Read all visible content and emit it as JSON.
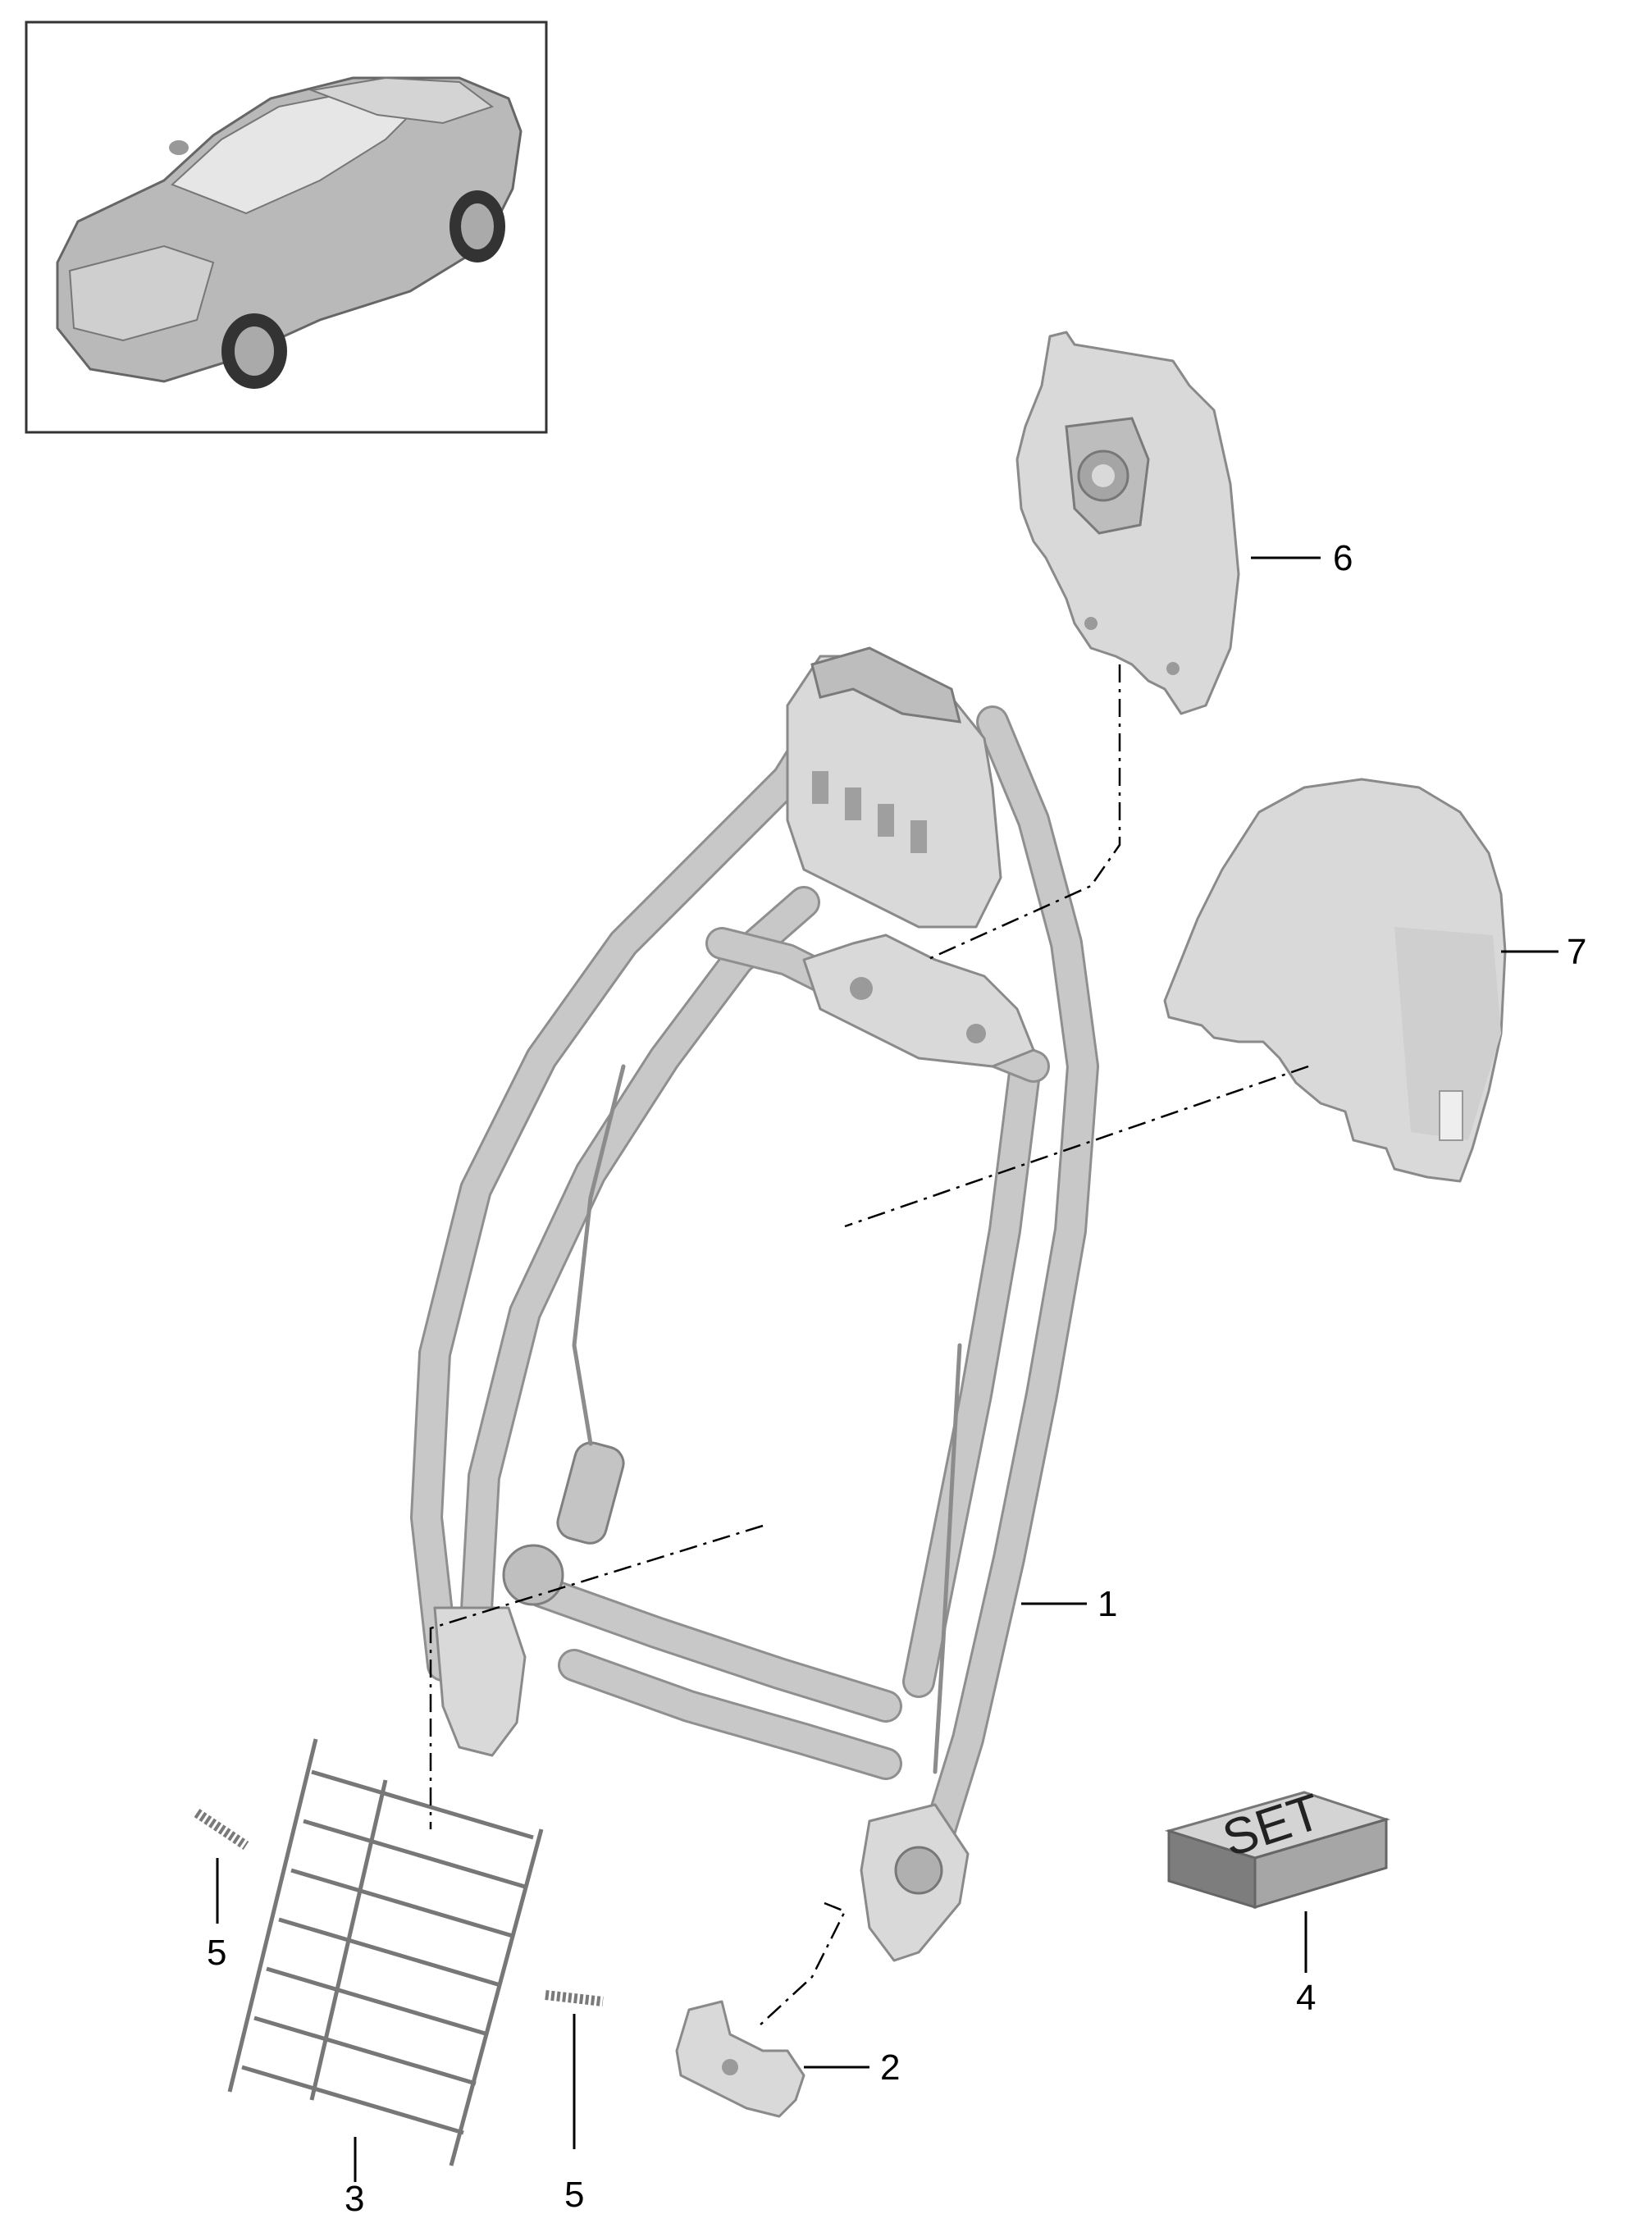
{
  "callouts": [
    {
      "number": "1"
    },
    {
      "number": "2"
    },
    {
      "number": "3"
    },
    {
      "number": "4"
    },
    {
      "number": "5"
    },
    {
      "number": "5"
    },
    {
      "number": "6"
    },
    {
      "number": "7"
    }
  ],
  "set_box": {
    "label": "SET"
  },
  "icons": {
    "vehicle": "car-thumbnail-icon"
  }
}
